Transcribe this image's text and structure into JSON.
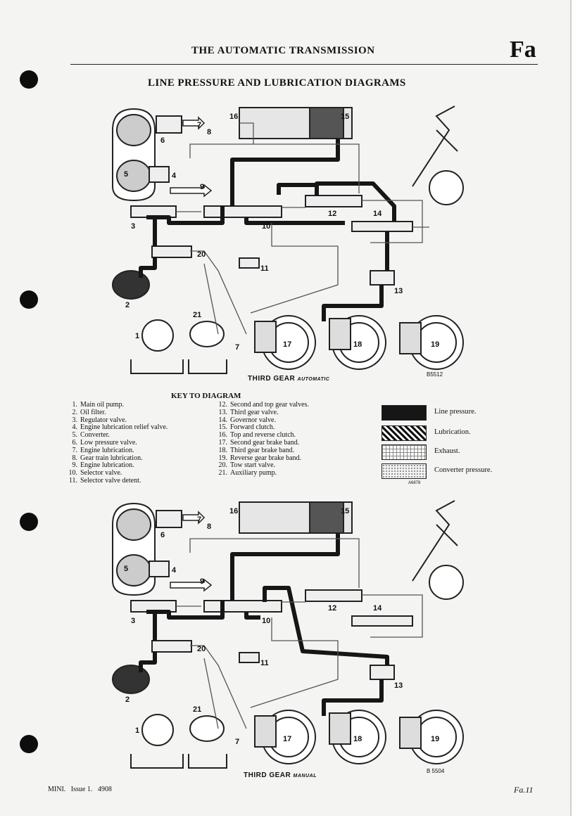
{
  "header": {
    "title": "THE AUTOMATIC TRANSMISSION",
    "section_code": "Fa"
  },
  "page_title": "LINE PRESSURE AND LUBRICATION DIAGRAMS",
  "diagram_top": {
    "caption_main": "THIRD GEAR",
    "caption_sub": "AUTOMATIC",
    "ref_code": "B5512",
    "callouts": [
      "1",
      "2",
      "3",
      "4",
      "5",
      "6",
      "7",
      "8",
      "9",
      "10",
      "11",
      "12",
      "13",
      "14",
      "15",
      "16",
      "17",
      "18",
      "19",
      "20",
      "21",
      "7"
    ]
  },
  "key": {
    "title": "KEY TO DIAGRAM",
    "items_left": [
      {
        "num": "1.",
        "label": "Main oil pump."
      },
      {
        "num": "2.",
        "label": "Oil filter."
      },
      {
        "num": "3.",
        "label": "Regulator valve."
      },
      {
        "num": "4.",
        "label": "Engine lubrication relief valve."
      },
      {
        "num": "5.",
        "label": "Converter."
      },
      {
        "num": "6.",
        "label": "Low pressure valve."
      },
      {
        "num": "7.",
        "label": "Engine lubrication."
      },
      {
        "num": "8.",
        "label": "Gear train lubrication."
      },
      {
        "num": "9.",
        "label": "Engine lubrication."
      },
      {
        "num": "10.",
        "label": "Selector valve."
      },
      {
        "num": "11.",
        "label": "Selector valve detent."
      }
    ],
    "items_right": [
      {
        "num": "12.",
        "label": "Second and top gear valves."
      },
      {
        "num": "13.",
        "label": "Third gear valve."
      },
      {
        "num": "14.",
        "label": "Governor valve."
      },
      {
        "num": "15.",
        "label": "Forward clutch."
      },
      {
        "num": "16.",
        "label": "Top and reverse clutch."
      },
      {
        "num": "17.",
        "label": "Second gear brake band."
      },
      {
        "num": "18.",
        "label": "Third gear brake band."
      },
      {
        "num": "19.",
        "label": "Reverse gear brake band."
      },
      {
        "num": "20.",
        "label": "Tow start valve."
      },
      {
        "num": "21.",
        "label": "Auxiliary pump."
      }
    ],
    "legend": [
      {
        "label": "Line pressure.",
        "pattern": "solid"
      },
      {
        "label": "Lubrication.",
        "pattern": "hatch"
      },
      {
        "label": "Exhaust.",
        "pattern": "grid"
      },
      {
        "label": "Converter pressure.",
        "pattern": "dots"
      }
    ],
    "legend_ref": "A6878"
  },
  "diagram_bottom": {
    "caption_main": "THIRD GEAR",
    "caption_sub": "MANUAL",
    "ref_code": "B 5504"
  },
  "footer": {
    "left": "MINI.   Issue 1.   4908",
    "right": "Fa.11"
  },
  "colors": {
    "line_pressure": "#161616",
    "paper": "#f4f4f2"
  }
}
